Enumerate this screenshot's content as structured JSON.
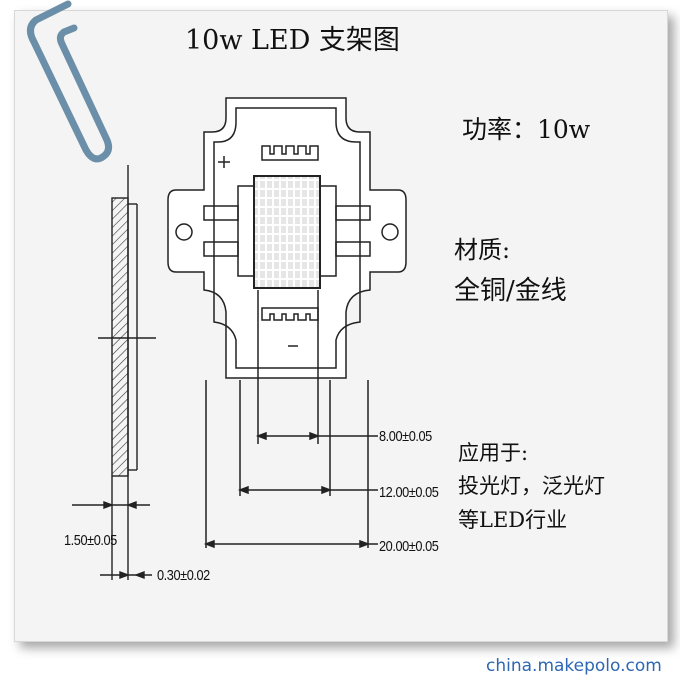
{
  "title": "10w LED 支架图",
  "notes": {
    "power": "功率：10w",
    "material_label": "材质:",
    "material_value": "全铜/金线",
    "application_label": "应用于:",
    "application_line1": "投光灯，泛光灯",
    "application_line2": "等LED行业"
  },
  "dimensions": {
    "inner": "8.00±0.05",
    "middle": "12.00±0.05",
    "outer": "20.00±0.05",
    "thickness": "1.50±0.05",
    "offset": "0.30±0.02"
  },
  "watermark": "china.makepolo.com",
  "colors": {
    "line": "#222222",
    "paperclip": "#6b8fa8",
    "watermark": "#2d67b3",
    "card": "#f4f4f4"
  }
}
